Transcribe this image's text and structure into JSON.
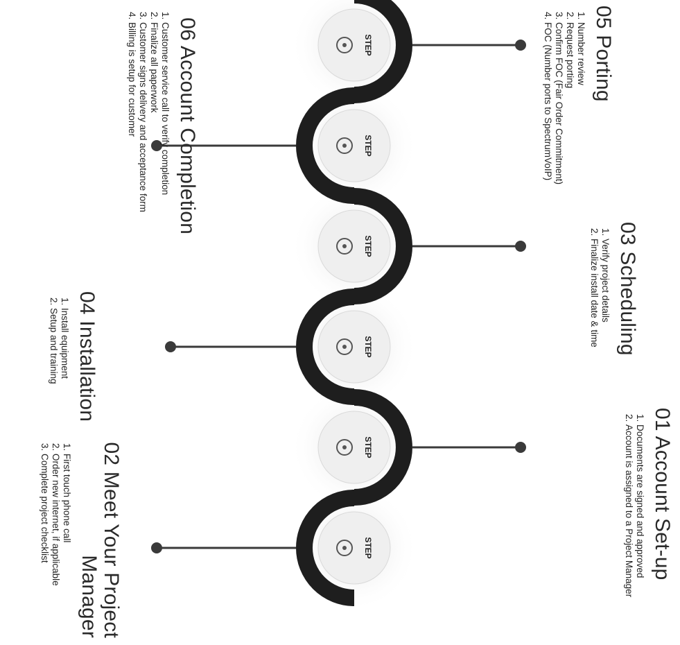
{
  "steps": [
    {
      "title": "01 Account Set-up",
      "items": [
        "Documents are signed and approved",
        "Account is assigned to a Project Manager"
      ]
    },
    {
      "title": "02 Meet Your Project Manager",
      "items": [
        "First touch phone call",
        "Order new internet, if applicable",
        "Complete project checklist"
      ]
    },
    {
      "title": "03 Scheduling",
      "items": [
        "Verify project details",
        "Finalize install date & time"
      ]
    },
    {
      "title": "04 Installation",
      "items": [
        "Install equipment",
        "Setup and training"
      ]
    },
    {
      "title": "05 Porting",
      "items": [
        "Number review",
        "Request porting",
        "Confirm FOC (Fair Order Commitment)",
        "FOC (Number ports to SpectrumVoIP)"
      ]
    },
    {
      "title": "06 Account Completion",
      "items": [
        "Customer service call to verify completion",
        "Finalize all paperwork",
        "Customer signs delivery and acceptance form",
        "Billing is setup for customer"
      ]
    }
  ],
  "node_label": "STEP",
  "node_icons": [
    "pen-icon",
    "handshake-icon",
    "calendar-icon",
    "tools-icon",
    "phone-transfer-icon",
    "trophy-icon"
  ],
  "colors": {
    "road": "#1e1e1e",
    "node": "#efefef",
    "connector": "#3a3a3a",
    "text": "#1a1a1a"
  }
}
